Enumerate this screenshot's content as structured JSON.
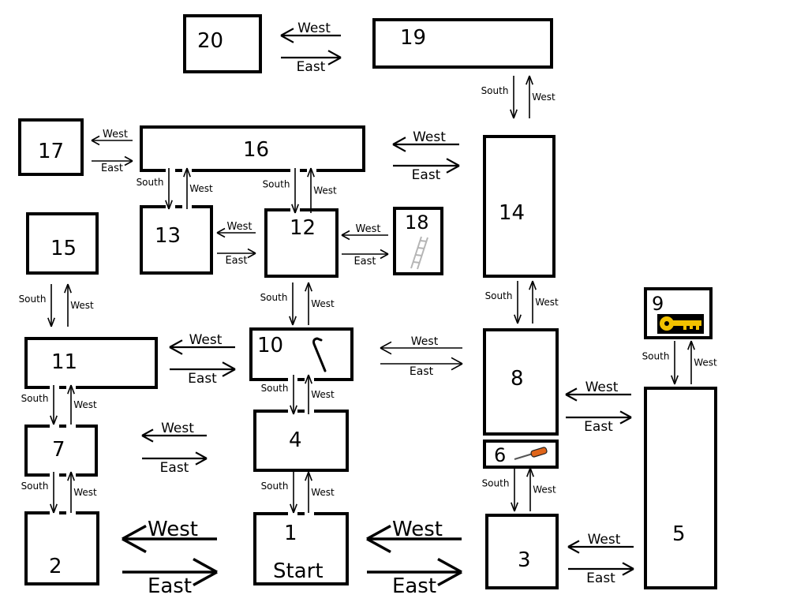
{
  "rooms": [
    {
      "id": "1",
      "label": "1",
      "sublabel": "Start"
    },
    {
      "id": "2",
      "label": "2"
    },
    {
      "id": "3",
      "label": "3"
    },
    {
      "id": "4",
      "label": "4"
    },
    {
      "id": "5",
      "label": "5"
    },
    {
      "id": "6",
      "label": "6",
      "item": "screwdriver"
    },
    {
      "id": "7",
      "label": "7"
    },
    {
      "id": "8",
      "label": "8"
    },
    {
      "id": "9",
      "label": "9",
      "item": "key"
    },
    {
      "id": "10",
      "label": "10",
      "item": "crowbar"
    },
    {
      "id": "11",
      "label": "11"
    },
    {
      "id": "12",
      "label": "12"
    },
    {
      "id": "13",
      "label": "13"
    },
    {
      "id": "14",
      "label": "14"
    },
    {
      "id": "15",
      "label": "15"
    },
    {
      "id": "16",
      "label": "16"
    },
    {
      "id": "17",
      "label": "17"
    },
    {
      "id": "18",
      "label": "18",
      "item": "ladder"
    },
    {
      "id": "19",
      "label": "19"
    },
    {
      "id": "20",
      "label": "20"
    }
  ],
  "directions": {
    "west": "West",
    "east": "East",
    "south": "South"
  },
  "horizontal_links": [
    {
      "left": "20",
      "right": "19"
    },
    {
      "left": "17",
      "right": "16"
    },
    {
      "left": "16",
      "right": "14"
    },
    {
      "left": "13",
      "right": "12"
    },
    {
      "left": "12",
      "right": "18"
    },
    {
      "left": "11",
      "right": "10"
    },
    {
      "left": "10",
      "right": "8"
    },
    {
      "left": "7",
      "right": "4"
    },
    {
      "left": "8",
      "right": "5"
    },
    {
      "left": "2",
      "right": "1"
    },
    {
      "left": "1",
      "right": "3"
    },
    {
      "left": "3",
      "right": "5"
    }
  ],
  "vertical_links": [
    {
      "top": "19",
      "bottom": "14"
    },
    {
      "top": "16",
      "bottom": "13"
    },
    {
      "top": "16",
      "bottom": "12"
    },
    {
      "top": "15",
      "bottom": "11"
    },
    {
      "top": "12",
      "bottom": "10"
    },
    {
      "top": "14",
      "bottom": "8"
    },
    {
      "top": "9",
      "bottom": "5"
    },
    {
      "top": "11",
      "bottom": "7"
    },
    {
      "top": "10",
      "bottom": "4"
    },
    {
      "top": "6",
      "bottom": "3"
    },
    {
      "top": "7",
      "bottom": "2"
    },
    {
      "top": "4",
      "bottom": "1"
    }
  ],
  "colors": {
    "key_gold": "#f2c200",
    "screwdriver_handle": "#e0651a",
    "ladder": "#b5b5b5"
  }
}
